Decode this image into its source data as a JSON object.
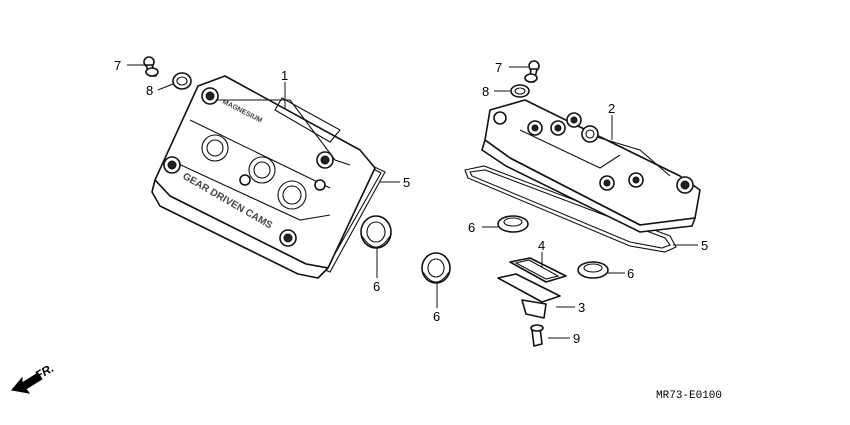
{
  "callouts": {
    "c1": "1",
    "c2": "2",
    "c3": "3",
    "c4": "4",
    "c5a": "5",
    "c5b": "5",
    "c6a": "6",
    "c6b": "6",
    "c6c": "6",
    "c6d": "6",
    "c7a": "7",
    "c7b": "7",
    "c8a": "8",
    "c8b": "8",
    "c9": "9"
  },
  "embossed": {
    "magnesium": "MAGNESIUM",
    "gear_driven_cams": "GEAR DRIVEN CAMS"
  },
  "direction_label": "FR.",
  "drawing_code": "MR73-E0100"
}
